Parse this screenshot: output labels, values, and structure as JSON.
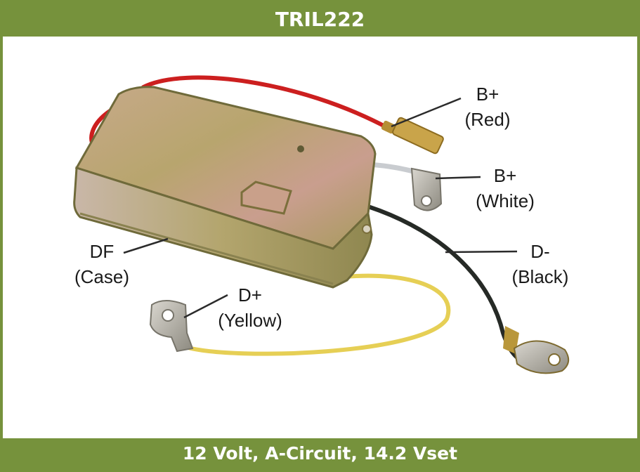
{
  "header": {
    "title": "TRIL222"
  },
  "footer": {
    "spec": "12 Volt, A-Circuit, 14.2 Vset"
  },
  "labels": {
    "b_plus_red": {
      "name": "B+",
      "color": "(Red)"
    },
    "b_plus_white": {
      "name": "B+",
      "color": "(White)"
    },
    "d_minus": {
      "name": "D-",
      "color": "(Black)"
    },
    "df": {
      "name": "DF",
      "color": "(Case)"
    },
    "d_plus": {
      "name": "D+",
      "color": "(Yellow)"
    }
  },
  "colors": {
    "banner": "#76923c",
    "wire_red": "#cc1f1f",
    "wire_white": "#c9ccd0",
    "wire_black": "#262a26",
    "wire_yellow": "#e6cf55",
    "case": "#b9a36a"
  }
}
